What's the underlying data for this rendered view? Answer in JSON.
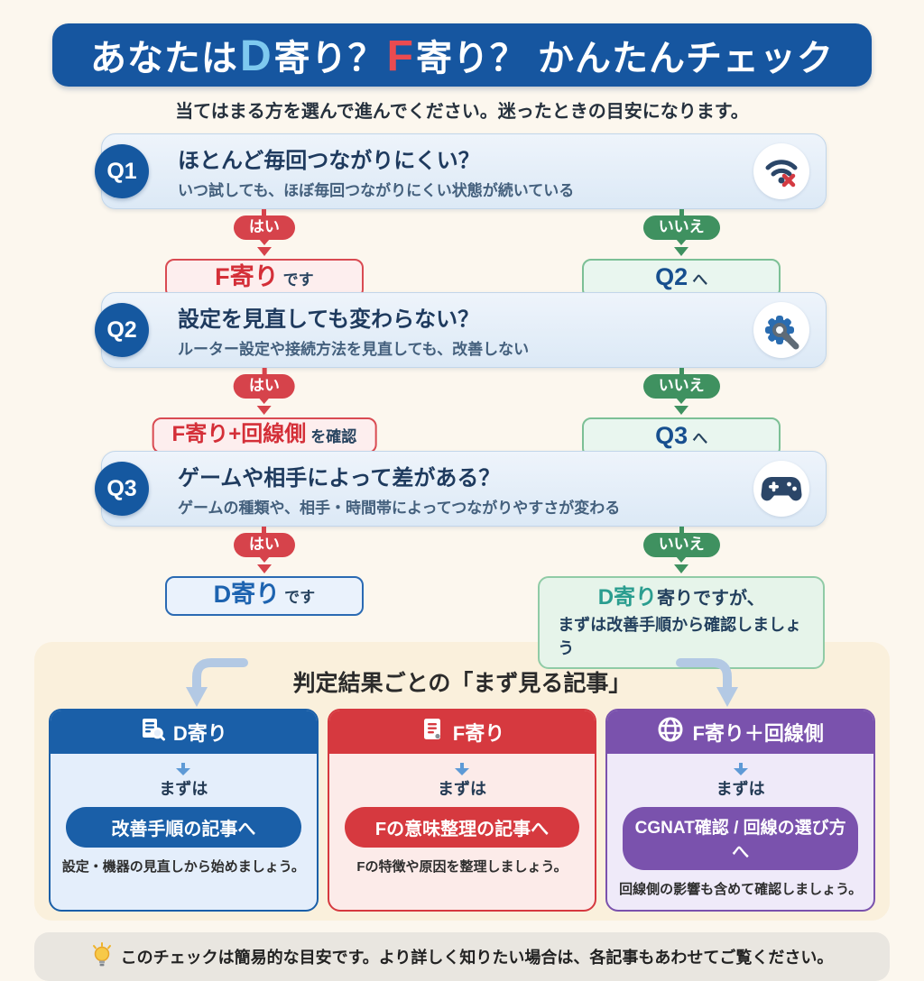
{
  "header": {
    "part1": "あなたは",
    "d_letter": "D",
    "part2": "寄り？",
    "f_letter": "F",
    "part3": "寄り？",
    "part4": " かんたんチェック"
  },
  "subtitle": "当てはまる方を選んで進んでください。迷ったときの目安になります。",
  "questions": [
    {
      "badge": "Q1",
      "title": "ほとんど毎回つながりにくい？",
      "desc": "いつ試しても、ほぼ毎回つながりにくい状態が続いている",
      "icon": "wifi-x-icon",
      "yes_label": "はい",
      "no_label": "いいえ",
      "yes_result": {
        "em": "F寄り",
        "rest": "です"
      },
      "no_result": {
        "em": "Q2",
        "rest": "へ"
      }
    },
    {
      "badge": "Q2",
      "title": "設定を見直しても変わらない？",
      "desc": "ルーター設定や接続方法を見直しても、改善しない",
      "icon": "gear-wrench-icon",
      "yes_label": "はい",
      "no_label": "いいえ",
      "yes_result": {
        "em": "F寄り+回線側",
        "rest": "を確認"
      },
      "no_result": {
        "em": "Q3",
        "rest": "へ"
      }
    },
    {
      "badge": "Q3",
      "title": "ゲームや相手によって差がある？",
      "desc": "ゲームの種類や、相手・時間帯によってつながりやすさが変わる",
      "icon": "gamepad-icon",
      "yes_label": "はい",
      "no_label": "いいえ",
      "yes_result": {
        "em": "D寄り",
        "rest": "です"
      },
      "no_result": {
        "em": "D寄り",
        "rest": "寄りですが、",
        "line2": "まずは改善手順から確認しましょう"
      }
    }
  ],
  "articles_section": {
    "title": "判定結果ごとの「まず見る記事」",
    "cards": [
      {
        "header": "D寄り",
        "icon": "doc-search-icon",
        "step_label": "まずは",
        "button": "改善手順の記事へ",
        "caption": "設定・機器の見直しから始めましょう。",
        "color": "#1a5fa8"
      },
      {
        "header": "F寄り",
        "icon": "doc-icon",
        "step_label": "まずは",
        "button": "Fの意味整理の記事へ",
        "caption": "Fの特徴や原因を整理しましょう。",
        "color": "#d6393f"
      },
      {
        "header": "F寄り＋回線側",
        "icon": "globe-icon",
        "step_label": "まずは",
        "button": "CGNAT確認 / 回線の選び方へ",
        "caption": "回線側の影響も含めて確認しましょう。",
        "color": "#7a52ad"
      }
    ]
  },
  "footer": {
    "icon": "lightbulb-icon",
    "text": "このチェックは簡易的な目安です。より詳しく知りたい場合は、各記事もあわせてご覧ください。"
  },
  "colors": {
    "page_bg": "#fcf7ee",
    "banner_bg": "#1656a0",
    "banner_d": "#7ec9ef",
    "banner_f": "#ea4b50",
    "yes_red": "#d6434b",
    "no_green": "#3f9160",
    "result_teal": "#2a9d8f",
    "section_bg": "#faf0dc",
    "footer_bg": "#e9e6e0"
  }
}
